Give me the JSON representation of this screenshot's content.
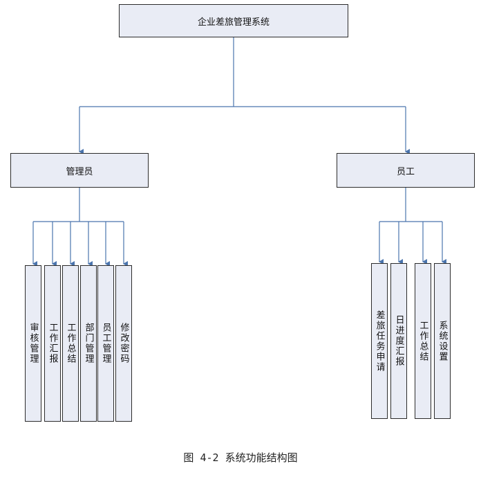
{
  "root": {
    "label": "企业差旅管理系统"
  },
  "admin": {
    "label": "管理员",
    "children": [
      "审核管理",
      "工作汇报",
      "工作总结",
      "部门管理",
      "员工管理",
      "修改密码"
    ]
  },
  "employee": {
    "label": "员工",
    "children": [
      "差旅任务申请",
      "日进度汇报",
      "工作总结",
      "系统设置"
    ]
  },
  "caption": "图 4-2 系统功能结构图",
  "colors": {
    "connector": "#4a74ad",
    "box_fill": "#e9ecf5",
    "box_border": "#2b2b2b"
  }
}
